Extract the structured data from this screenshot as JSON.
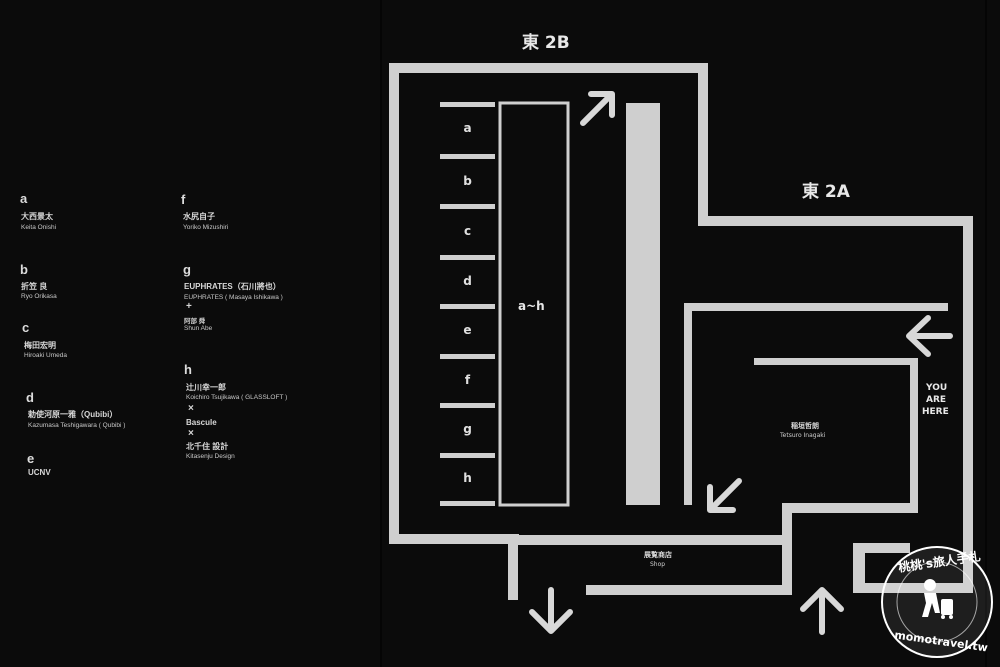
{
  "legend": [
    {
      "letter": "a",
      "ja": "大西景太",
      "en": "Keita Onishi"
    },
    {
      "letter": "b",
      "ja": "折笠 良",
      "en": "Ryo Orikasa"
    },
    {
      "letter": "c",
      "ja": "梅田宏明",
      "en": "Hiroaki Umeda"
    },
    {
      "letter": "d",
      "ja": "勅使河原一雅（Qubibi）",
      "en": "Kazumasa Teshigawara ( Qubibi )"
    },
    {
      "letter": "e",
      "ja": "UCNV",
      "en": ""
    },
    {
      "letter": "f",
      "ja": "水尻自子",
      "en": "Yoriko Mizushiri"
    },
    {
      "letter": "g",
      "ja": "EUPHRATES（石川將也）",
      "en": "EUPHRATES ( Masaya Ishikawa )",
      "sym": "+",
      "ja2": "阿部 舜",
      "en2": "Shun Abe"
    },
    {
      "letter": "h",
      "ja": "辻川幸一郎",
      "en": "Koichiro Tsujikawa ( GLASSLOFT )",
      "sym": "×",
      "ja2": "Bascule",
      "sym2": "×",
      "ja3": "北千住 設計",
      "en3": "Kitasenju Design"
    }
  ],
  "map": {
    "hall_2b": "東 2B",
    "hall_2a": "東 2A",
    "booths": [
      "a",
      "b",
      "c",
      "d",
      "e",
      "f",
      "g",
      "h"
    ],
    "booth_block": "a~h",
    "you_are_here": [
      "YOU",
      "ARE",
      "HERE"
    ],
    "inagaki_ja": "稲垣哲朗",
    "inagaki_en": "Tetsuro Inagaki",
    "shop_ja": "展覧商店",
    "shop_en": "Shop"
  },
  "watermark": {
    "top": "桃桃's旅人手札",
    "bottom": "momotravel.tw"
  },
  "colors": {
    "background": "#0b0b0b",
    "wall": "#cfcfcf",
    "arrow": "#d8d8d8"
  }
}
